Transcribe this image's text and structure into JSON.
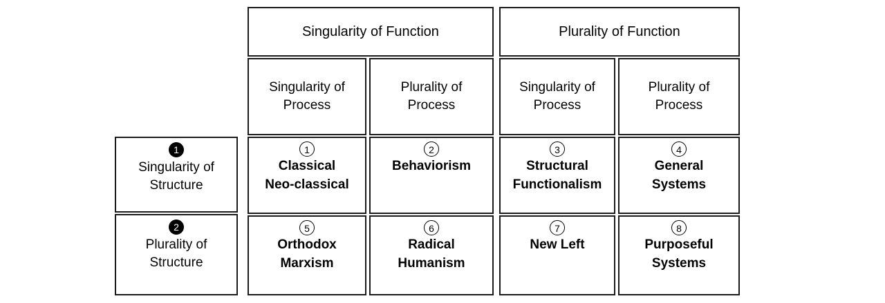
{
  "diagram": {
    "type": "2x4-classification-matrix",
    "column_groups": [
      {
        "label": "Singularity of Function"
      },
      {
        "label": "Plurality of Function"
      }
    ],
    "column_subheaders": [
      {
        "label": "Singularity of\nProcess"
      },
      {
        "label": "Plurality of\nProcess"
      },
      {
        "label": "Singularity of\nProcess"
      },
      {
        "label": "Plurality of\nProcess"
      }
    ],
    "row_headers": [
      {
        "marker": "1",
        "marker_style": "filled",
        "label": "Singularity of\nStructure"
      },
      {
        "marker": "2",
        "marker_style": "filled",
        "label": "Plurality of\nStructure"
      }
    ],
    "cells": [
      {
        "marker": "1",
        "marker_style": "outline",
        "label": "Classical\nNeo-classical"
      },
      {
        "marker": "2",
        "marker_style": "outline",
        "label": "Behaviorism"
      },
      {
        "marker": "3",
        "marker_style": "outline",
        "label": "Structural\nFunctionalism"
      },
      {
        "marker": "4",
        "marker_style": "outline",
        "label": "General\nSystems"
      },
      {
        "marker": "5",
        "marker_style": "outline",
        "label": "Orthodox\nMarxism"
      },
      {
        "marker": "6",
        "marker_style": "outline",
        "label": "Radical\nHumanism"
      },
      {
        "marker": "7",
        "marker_style": "outline",
        "label": "New Left"
      },
      {
        "marker": "8",
        "marker_style": "outline",
        "label": "Purposeful\nSystems"
      }
    ],
    "colors": {
      "border": "#1a1a1a",
      "background": "#ffffff",
      "text": "#000000",
      "marker_filled_bg": "#000000",
      "marker_filled_text": "#ffffff"
    }
  }
}
